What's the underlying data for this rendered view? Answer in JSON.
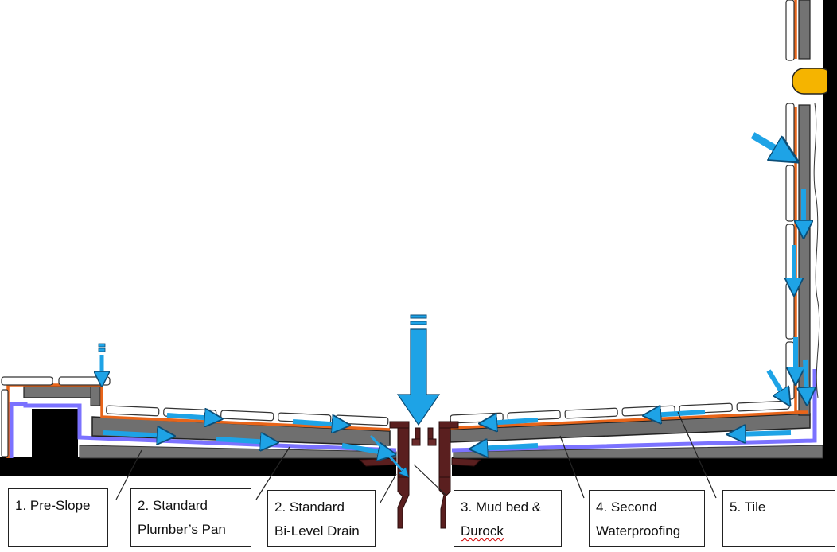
{
  "labels": {
    "pre_slope": [
      "1. Pre-Slope"
    ],
    "plumbers_pan": [
      "2. Standard",
      "Plumber’s Pan"
    ],
    "bilevel_drain": [
      "2. Standard",
      "Bi-Level Drain"
    ],
    "mud_bed": [
      "3. Mud bed &",
      "Durock"
    ],
    "second_waterproofing": [
      "4. Second",
      "Waterproofing"
    ],
    "tile": [
      "5. Tile"
    ]
  },
  "colors": {
    "subfloor": "#000000",
    "mortar": "#737373",
    "pan_liner": "#7b72ff",
    "waterproofing": "#e8651a",
    "tile": "#ffffff",
    "water_arrow": "#1ea3e6",
    "drain": "#5a1f1f",
    "pipe": "#f5b400"
  },
  "icons": [
    "water-flow-arrow-icon",
    "drain-icon",
    "pipe-icon"
  ]
}
